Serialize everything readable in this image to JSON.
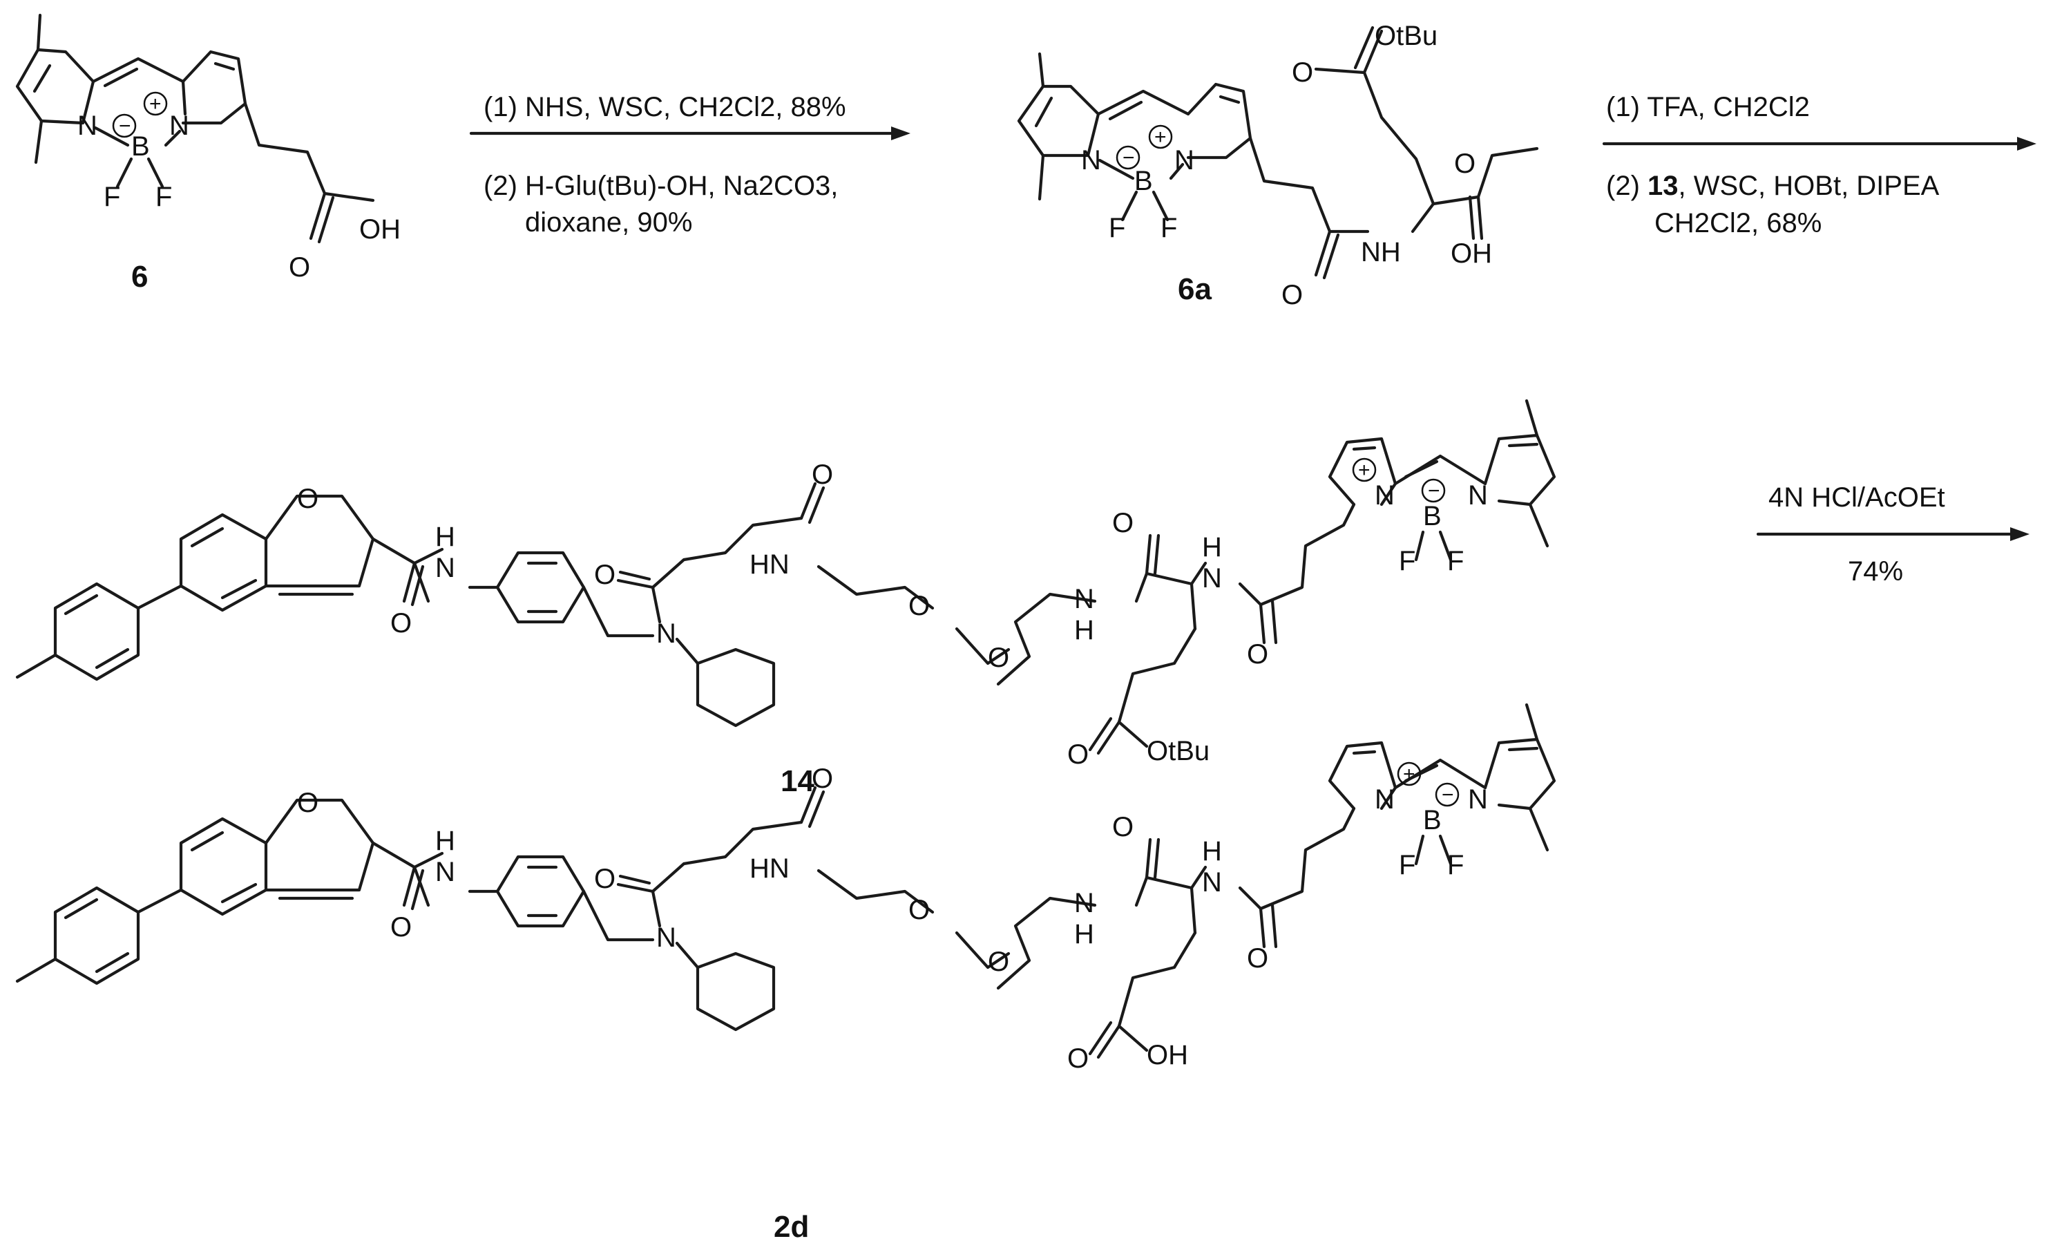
{
  "step1": {
    "line1": "(1) NHS, WSC, CH2Cl2, 88%",
    "line2": "(2) H-Glu(tBu)-OH, Na2CO3,",
    "line3": "dioxane, 90%"
  },
  "step2": {
    "line1": "(1) TFA, CH2Cl2",
    "line2_pre": "(2) ",
    "line2_bold": "13",
    "line2_post": ", WSC, HOBt, DIPEA",
    "line3": "CH2Cl2, 68%"
  },
  "step3": {
    "line1": "4N HCl/AcOEt",
    "line2": "74%"
  },
  "compounds": {
    "c6": "6",
    "c6a": "6a",
    "c14": "14",
    "c2d": "2d"
  },
  "atoms": {
    "N": "N",
    "B": "B",
    "F": "F",
    "O": "O",
    "H": "H",
    "NH": "NH",
    "HN": "HN",
    "OH": "OH",
    "OtBu": "OtBu",
    "plus": "+",
    "minus": "−"
  }
}
